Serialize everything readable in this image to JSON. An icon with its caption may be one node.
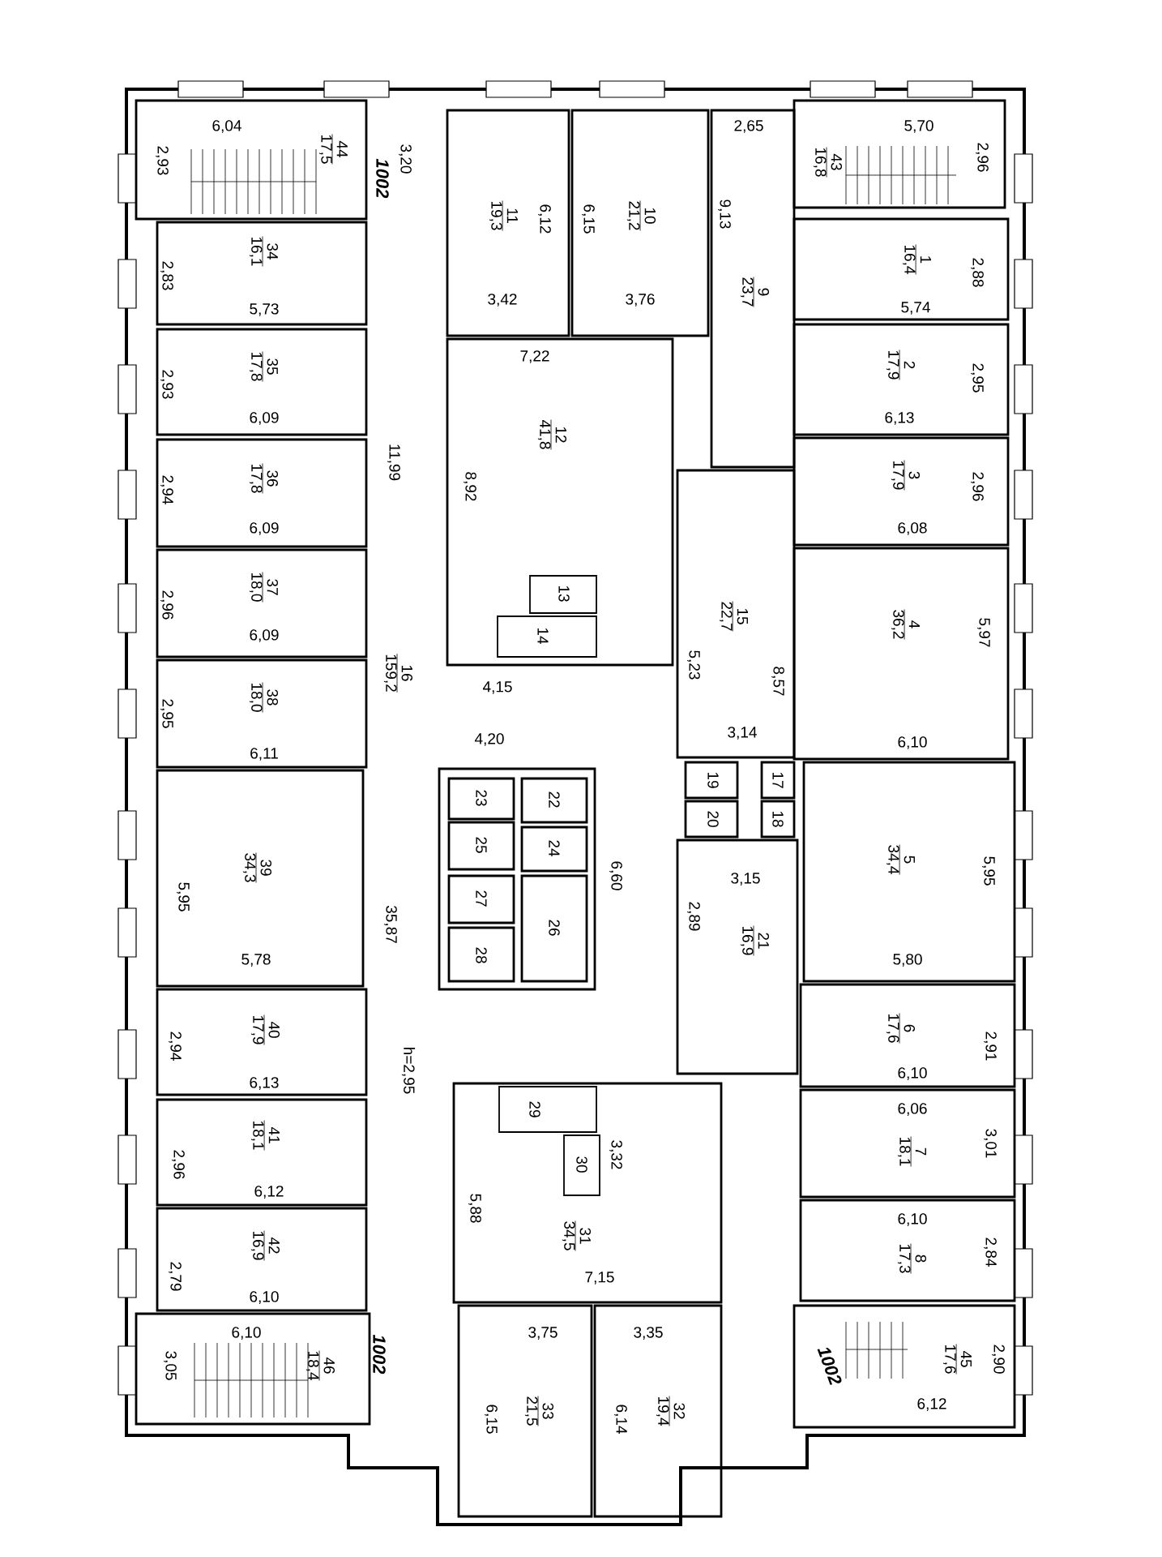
{
  "diagram": {
    "nodes": [
      {
        "text": [
          "44",
          "17,5",
          "6,04",
          "2,93"
        ]
      },
      {
        "text": [
          "34",
          "16,1",
          "2,83",
          "5,73"
        ]
      },
      {
        "text": [
          "35",
          "17,8",
          "2,93",
          "6,09"
        ]
      },
      {
        "text": [
          "36",
          "17,8",
          "2,94",
          "6,09"
        ]
      },
      {
        "text": [
          "37",
          "18,0",
          "2,96",
          "6,09"
        ]
      },
      {
        "text": [
          "38",
          "18,0",
          "2,95",
          "6,11"
        ]
      },
      {
        "text": [
          "39",
          "34,3",
          "5,95",
          "5,78"
        ]
      },
      {
        "text": [
          "40",
          "17,9",
          "2,94",
          "6,13"
        ]
      },
      {
        "text": [
          "41",
          "18,1",
          "2,96",
          "6,12"
        ]
      },
      {
        "text": [
          "42",
          "16,9",
          "2,79",
          "6,10"
        ]
      },
      {
        "text": [
          "46",
          "18,4",
          "6,10",
          "3,05"
        ]
      },
      {
        "text": [
          "11",
          "19,3",
          "6,12",
          "3,42"
        ]
      },
      {
        "text": [
          "10",
          "21,2",
          "6,15",
          "3,76"
        ]
      },
      {
        "text": [
          "12",
          "41,8",
          "7,22",
          "8,92"
        ]
      },
      {
        "text": [
          "13"
        ],
        "in": 13
      },
      {
        "text": [
          "14"
        ],
        "in": 13
      },
      {
        "text": [
          "9",
          "23,7",
          "2,65",
          "9,13"
        ]
      },
      {
        "text": [
          "15",
          "22,7",
          "5,23",
          "8,57",
          "3,14"
        ]
      },
      {
        "text": [
          "19"
        ]
      },
      {
        "text": [
          "17"
        ]
      },
      {
        "text": [
          "20"
        ]
      },
      {
        "text": [
          "18"
        ]
      },
      {
        "text": [
          "21",
          "16,9",
          "3,15",
          "2,89"
        ]
      },
      {
        "text": [
          "23"
        ]
      },
      {
        "text": [
          "22"
        ]
      },
      {
        "text": [
          "25"
        ]
      },
      {
        "text": [
          "24"
        ]
      },
      {
        "text": [
          "27"
        ]
      },
      {
        "text": [
          "26"
        ]
      },
      {
        "text": [
          "28"
        ]
      },
      {
        "text": [
          "31",
          "34,5",
          "5,88",
          "3,32",
          "7,15"
        ]
      },
      {
        "text": [
          "29"
        ],
        "in": 30
      },
      {
        "text": [
          "30"
        ],
        "in": 30
      },
      {
        "text": [
          "33",
          "21,5",
          "3,75",
          "6,15"
        ]
      },
      {
        "text": [
          "32",
          "19,4",
          "3,35",
          "6,14"
        ]
      },
      {
        "text": [
          "43",
          "16,8",
          "5,70",
          "2,96"
        ]
      },
      {
        "text": [
          "1",
          "16,4",
          "2,88",
          "5,74"
        ]
      },
      {
        "text": [
          "2",
          "17,9",
          "2,95",
          "6,13"
        ]
      },
      {
        "text": [
          "3",
          "17,9",
          "2,96",
          "6,08"
        ]
      },
      {
        "text": [
          "4",
          "36,2",
          "5,97",
          "6,10"
        ]
      },
      {
        "text": [
          "5",
          "34,4",
          "5,95",
          "5,80"
        ]
      },
      {
        "text": [
          "6",
          "17,6",
          "2,91",
          "6,10"
        ]
      },
      {
        "text": [
          "7",
          "18,1",
          "6,06",
          "3,01"
        ]
      },
      {
        "text": [
          "8",
          "17,3",
          "6,10",
          "2,84"
        ]
      },
      {
        "text": [
          "45",
          "17,6",
          "2,90",
          "6,12"
        ]
      }
    ],
    "labels": [
      "3,20",
      "1002",
      "11,99",
      "16",
      "159,2",
      "4,15",
      "4,20",
      "6,60",
      "35,87",
      "h=2,95",
      "1002",
      "1002"
    ]
  }
}
